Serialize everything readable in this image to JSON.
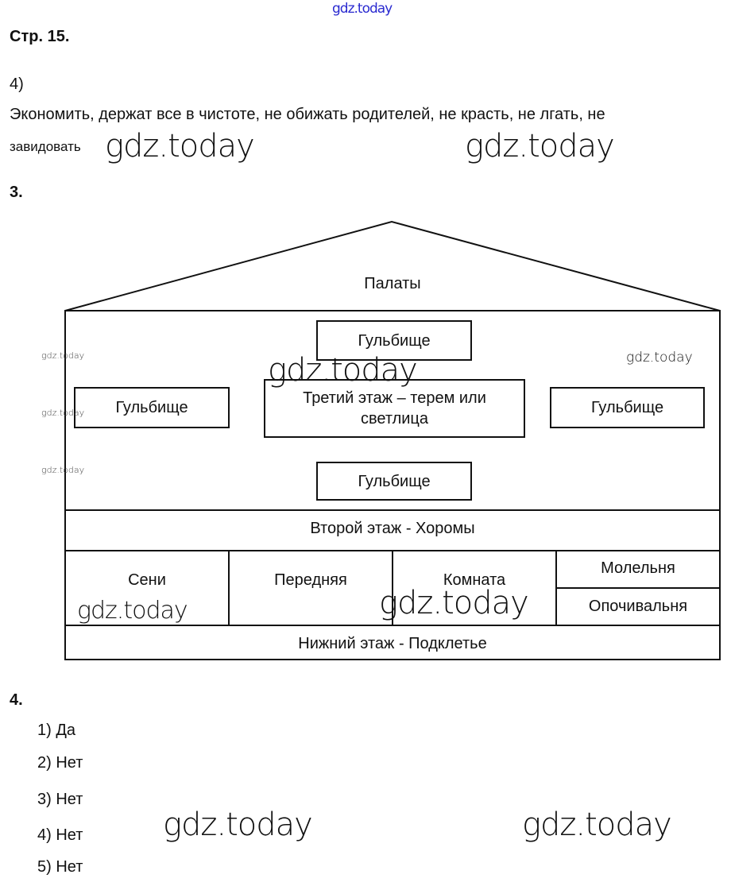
{
  "watermark": "gdz.today",
  "page_label": "Стр. 15.",
  "section_4_paren": {
    "number": "4)",
    "line1": "Экономить, держат все в чистоте, не обижать родителей, не красть, не лгать, не",
    "line2": "завидовать"
  },
  "section_3": {
    "number": "3.",
    "diagram": {
      "roof": "Палаты",
      "gulbishche_top": "Гульбище",
      "gulbishche_left": "Гульбище",
      "gulbishche_right": "Гульбище",
      "gulbishche_bottom": "Гульбище",
      "third_floor_line1": "Третий этаж – терем или",
      "third_floor_line2": "светлица",
      "second_floor": "Второй этаж - Хоромы",
      "rooms": [
        "Сени",
        "Передняя",
        "Комната"
      ],
      "room_top_right": "Молельня",
      "room_bottom_right": "Опочивальня",
      "ground_floor": "Нижний этаж - Подклетье"
    }
  },
  "section_4": {
    "number": "4.",
    "answers": [
      "1) Да",
      "2) Нет",
      "3) Нет",
      "4) Нет",
      "5) Нет"
    ]
  }
}
